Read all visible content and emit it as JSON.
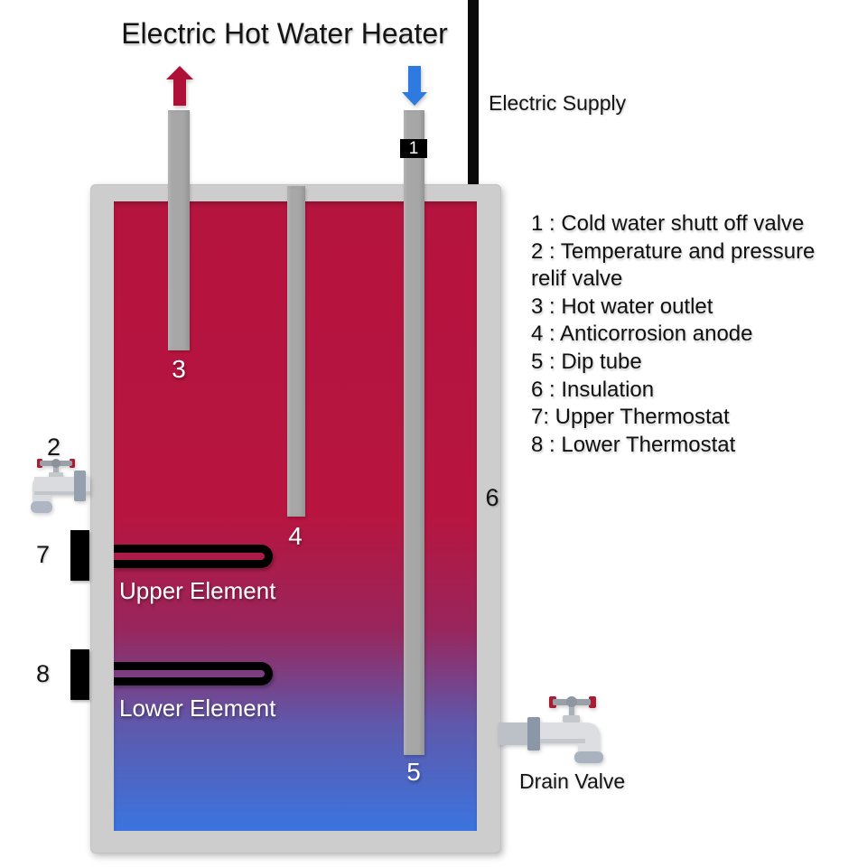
{
  "title": "Electric Hot Water Heater",
  "electric_supply": {
    "label": "Electric Supply"
  },
  "legend": {
    "lines": [
      "1 : Cold water shutt off valve",
      "2 : Temperature and pressure",
      "relif valve",
      "3 : Hot water outlet",
      "4 : Anticorrosion anode",
      "5 : Dip tube",
      "6 : Insulation",
      "7: Upper Thermostat",
      "8 : Lower Thermostat"
    ]
  },
  "tank": {
    "pipe3_label": "3",
    "pipe4_label": "4",
    "pipe5_label": "5",
    "insulation_label": "6",
    "upper_element_label": "Upper Element",
    "lower_element_label": "Lower Element"
  },
  "valves": {
    "cold_shutoff_number": "1",
    "relief_number": "2"
  },
  "thermostats": {
    "upper_number": "7",
    "lower_number": "8"
  },
  "drain": {
    "label": "Drain Valve"
  },
  "colors": {
    "hot_water": "#b5143f",
    "cold_water": "#3b74de",
    "insulation_gray": "#cdcdcd",
    "pipe_gray": "#a7a7a7",
    "hot_arrow": "#ad1138",
    "cold_arrow": "#2e7ae0",
    "valve_handle_red": "#a51e33",
    "electric_line": "#0a0a0a"
  }
}
